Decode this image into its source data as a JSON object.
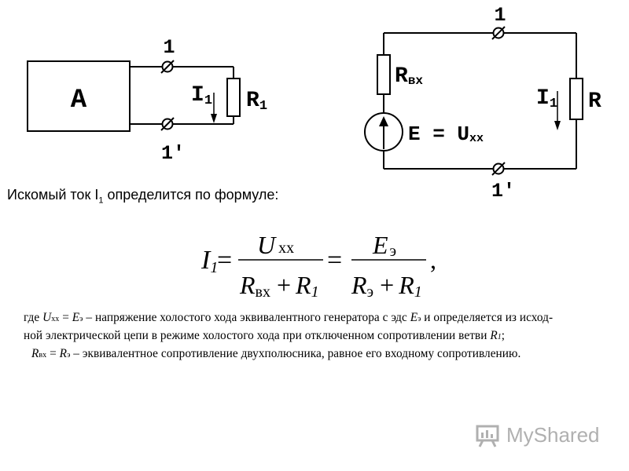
{
  "left_circuit": {
    "block_label": "A",
    "terminal_top": "1",
    "terminal_bottom": "1'",
    "current_main": "I",
    "current_sub": "1",
    "resistor_main": "R",
    "resistor_sub": "1"
  },
  "right_circuit": {
    "terminal_top": "1",
    "terminal_bottom": "1'",
    "rin_main": "R",
    "rin_sub": "вх",
    "source_label": "E = U",
    "source_sub": "хх",
    "current_main": "I",
    "current_sub": "1",
    "resistor_label": "R"
  },
  "caption": {
    "before": "Искомый ток I",
    "sub": "1",
    "after": " определится по формуле:"
  },
  "formula": {
    "lhs_main": "I",
    "lhs_sub": "1",
    "eq": "=",
    "num1_main": "U",
    "num1_sub": "хх",
    "den1_a_main": "R",
    "den1_a_sub": "вх",
    "plus": "+",
    "den1_b_main": "R",
    "den1_b_sub": "1",
    "num2_main": "E",
    "num2_sub": "э",
    "den2_a_main": "R",
    "den2_a_sub": "э",
    "den2_b_main": "R",
    "den2_b_sub": "1",
    "comma": ","
  },
  "paragraph": {
    "l1_a": "где ",
    "l1_u": "U",
    "l1_usub": "хх",
    "l1_b": " = ",
    "l1_e": "E",
    "l1_esub": "э",
    "l1_c": " – напряжение холостого хода эквивалентного генератора с эдс ",
    "l1_e2": "E",
    "l1_e2sub": "э",
    "l1_d": " и определяется из исход-",
    "l2_a": "ной электрической цепи в режиме холостого хода при отключенном сопротивлении ветви ",
    "l2_r": "R",
    "l2_rsub": "1",
    "l2_b": ";",
    "l3_r": "R",
    "l3_rsub": "вх",
    "l3_a": " = ",
    "l3_r2": "R",
    "l3_r2sub": "э",
    "l3_b": " – эквивалентное сопротивление двухполюсника, равное его входному сопротивлению."
  },
  "watermark": {
    "text": "MyShared"
  }
}
